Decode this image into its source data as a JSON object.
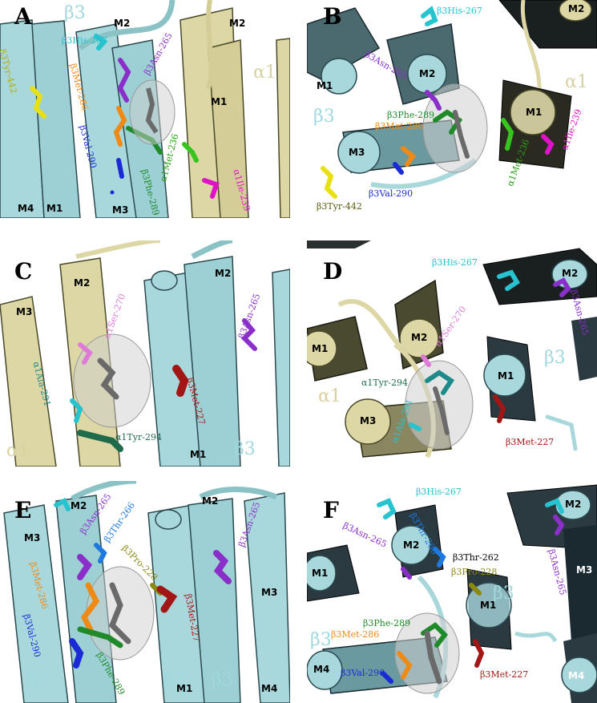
{
  "panels": {
    "A": {
      "letter": "A",
      "subunits": {
        "b3": "β3",
        "a1": "α1"
      },
      "helices": {
        "m2_left": "M2",
        "m2_right": "M2",
        "m1_right": "M1",
        "m4": "M4",
        "m1": "M1",
        "m3": "M3"
      },
      "residues": {
        "his267": "β3His-267",
        "asn265": "β3Asn-265",
        "tyr442": "β3Tyr-442",
        "met286": "β3Met-286",
        "val290": "β3Val-290",
        "phe289": "β3Phe-289",
        "met236": "α1Met-236",
        "ile239": "α1Ile-239"
      }
    },
    "B": {
      "letter": "B",
      "subunits": {
        "b3": "β3",
        "a1": "α1"
      },
      "helices": {
        "m2_top": "M2",
        "m1_left": "M1",
        "m2_mid": "M2",
        "m1_right": "M1",
        "m3": "M3"
      },
      "residues": {
        "his267": "β3His-267",
        "asn265": "β3Asn-265",
        "phe289": "β3Phe-289",
        "met286": "β3Met-286",
        "val290": "β3Val-290",
        "tyr442": "β3Tyr-442",
        "ile239": "α1Ile-239",
        "met236": "α1Met-236"
      }
    },
    "C": {
      "letter": "C",
      "subunits": {
        "a1": "α1",
        "b3": "β3"
      },
      "helices": {
        "m2_left": "M2",
        "m3": "M3",
        "m2_right": "M2",
        "m1": "M1"
      },
      "residues": {
        "ser270": "α1Ser-270",
        "asn265": "β3Asn-265",
        "ala291": "α1Ala-291",
        "met227": "β3Met-227",
        "tyr294": "α1Tyr-294"
      }
    },
    "D": {
      "letter": "D",
      "subunits": {
        "a1": "α1",
        "b3": "β3"
      },
      "helices": {
        "m2_top": "M2",
        "m1_left": "M1",
        "m2_mid": "M2",
        "m1_right": "M1",
        "m3": "M3"
      },
      "residues": {
        "his267": "β3His-267",
        "asn265": "β3Asn-265",
        "ser270": "α1Ser-270",
        "tyr294": "α1Tyr-294",
        "ala291": "α1Ala-291",
        "met227": "β3Met-227"
      }
    },
    "E": {
      "letter": "E",
      "subunits": {
        "b3_left": "β3",
        "b3_mid": "β3",
        "b3_right": "β3"
      },
      "helices": {
        "m2_left": "M2",
        "m3_left": "M3",
        "m2_right": "M2",
        "m3_right": "M3",
        "m1": "M1",
        "m4": "M4"
      },
      "residues": {
        "asn265_left": "β3Asn-265",
        "thr266": "β3Thr-266",
        "pro228": "β3Pro-228",
        "asn265_right": "β3Asn-265",
        "met286": "β3Met-286",
        "met227": "β3Met-227",
        "val290": "β3Val-290",
        "phe289": "β3Phe-289"
      }
    },
    "F": {
      "letter": "F",
      "subunits": {
        "b3_mid": "β3",
        "b3_left": "β3"
      },
      "helices": {
        "m2_right": "M2",
        "m3_right": "M3",
        "m1_left": "M1",
        "m2_mid": "M2",
        "m1_mid": "M1",
        "m4_left": "M4",
        "m4_right": "M4"
      },
      "residues": {
        "his267": "β3His-267",
        "thr266": "β3Thr-266",
        "asn265_left": "β3Asn-265",
        "thr262": "β3Thr-262",
        "pro228": "β3Pro-228",
        "asn265_right": "β3Asn-265",
        "phe289": "β3Phe-289",
        "met286": "β3Met-286",
        "val290": "β3Val-290",
        "met227": "β3Met-227"
      }
    }
  },
  "colors": {
    "beta_helix": "#a8d8dc",
    "alpha_helix": "#ddd7a6",
    "his": "#27c3cf",
    "asn": "#8a2fc9",
    "tyr442": "#e8e012",
    "met286": "#ef8a14",
    "val290": "#1a2bd6",
    "phe289": "#1f8a2a",
    "met236": "#38c41f",
    "ile239": "#e012c8",
    "ser270": "#e07ad8",
    "ala291": "#1e8a8a",
    "tyr294": "#1e6a4a",
    "met227": "#a31616",
    "thr266": "#1e7ae0",
    "pro228": "#8a8a10",
    "ligand": "#6a6a6a"
  }
}
